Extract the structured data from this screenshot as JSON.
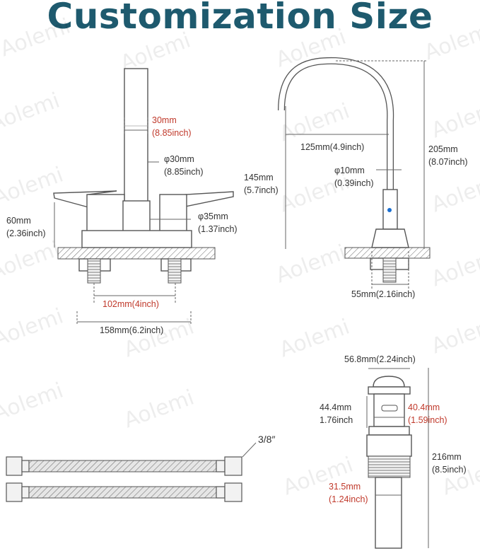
{
  "title": "Customization Size",
  "watermark": "Aolemi",
  "colors": {
    "title": "#1e5a6e",
    "highlight_dimension": "#c0392b",
    "text": "#333333"
  },
  "faucet_front": {
    "spout_width_label": [
      "30mm",
      "(8.85inch)"
    ],
    "spout_diameter_label": [
      "φ30mm",
      "(8.85inch)"
    ],
    "height_label": [
      "60mm",
      "(2.36inch)"
    ],
    "base_diameter_label": [
      "φ35mm",
      "(1.37inch)"
    ],
    "center_spacing_label": "102mm(4inch)",
    "total_width_label": "158mm(6.2inch)"
  },
  "faucet_side": {
    "reach_label": "125mm(4.9inch)",
    "total_height_label": [
      "205mm",
      "(8.07inch)"
    ],
    "spout_height_label": [
      "145mm",
      "(5.7inch)"
    ],
    "spout_diameter_label": [
      "φ10mm",
      "(0.39inch)"
    ],
    "base_label": "55mm(2.16inch)"
  },
  "hoses": {
    "thread_label": "3/8″"
  },
  "drain": {
    "cap_label": "56.8mm(2.24inch)",
    "body_height_label": [
      "44.4mm",
      "1.76inch"
    ],
    "body_width_label": [
      "40.4mm",
      "(1.59inch)"
    ],
    "total_height_label": [
      "216mm",
      "(8.5inch)"
    ],
    "pipe_diameter_label": [
      "31.5mm",
      "(1.24inch)"
    ]
  }
}
